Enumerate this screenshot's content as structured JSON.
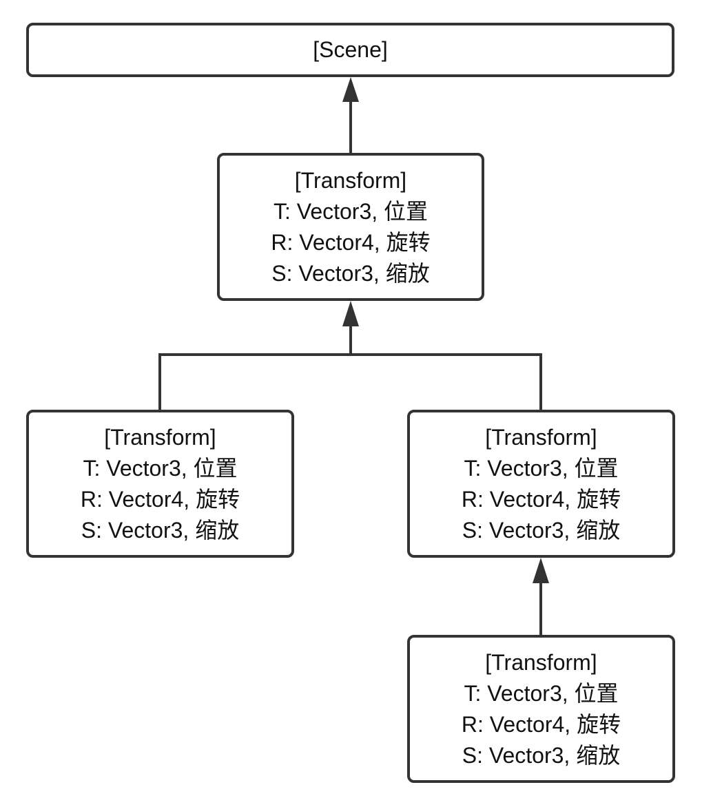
{
  "colors": {
    "stroke": "#333333",
    "background": "#ffffff",
    "text": "#111111"
  },
  "scene": {
    "label": "[Scene]"
  },
  "transforms": {
    "root": {
      "title": "[Transform]",
      "t": "T: Vector3, 位置",
      "r": "R: Vector4, 旋转",
      "s": "S: Vector3, 缩放"
    },
    "left": {
      "title": "[Transform]",
      "t": "T: Vector3, 位置",
      "r": "R: Vector4, 旋转",
      "s": "S: Vector3, 缩放"
    },
    "right": {
      "title": "[Transform]",
      "t": "T: Vector3, 位置",
      "r": "R: Vector4, 旋转",
      "s": "S: Vector3, 缩放"
    },
    "bottom": {
      "title": "[Transform]",
      "t": "T: Vector3, 位置",
      "r": "R: Vector4, 旋转",
      "s": "S: Vector3, 缩放"
    }
  }
}
